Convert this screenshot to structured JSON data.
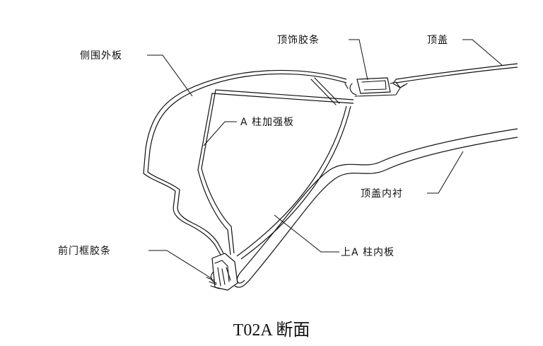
{
  "labels": {
    "side_outer_panel": "侧围外板",
    "roof_molding": "顶饰胶条",
    "roof": "顶盖",
    "a_pillar_reinforcement": "A 柱加强板",
    "headliner": "顶盖内衬",
    "front_door_seal": "前门框胶条",
    "upper_a_pillar_inner": "上A 柱内板"
  },
  "caption": "T02A 断面",
  "colors": {
    "line": "#111111",
    "background": "#ffffff"
  }
}
